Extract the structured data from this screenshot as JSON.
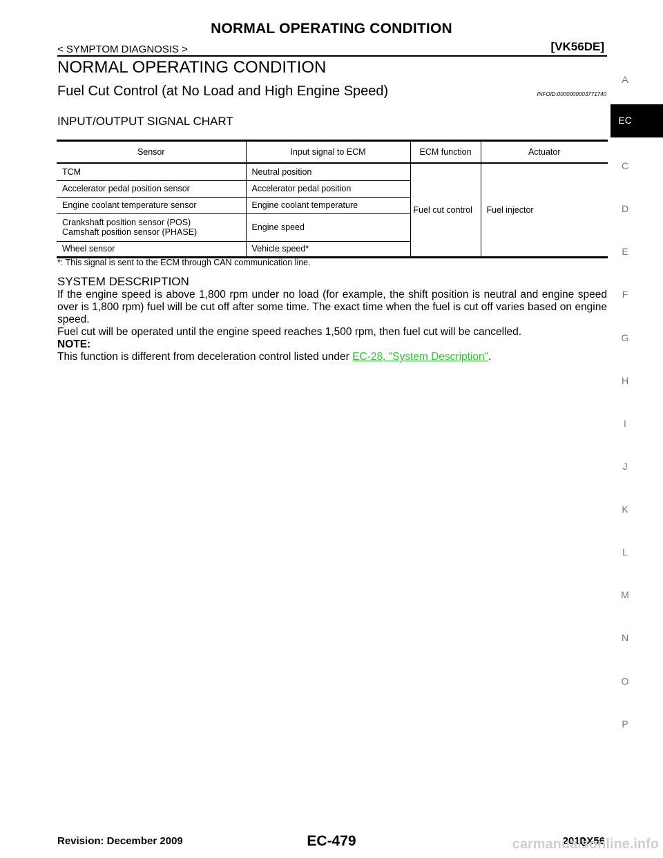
{
  "header": {
    "title": "NORMAL OPERATING CONDITION",
    "breadcrumb": "< SYMPTOM DIAGNOSIS >",
    "model_code": "[VK56DE]"
  },
  "section": {
    "heading": "NORMAL OPERATING CONDITION",
    "subheading": "Fuel Cut Control (at No Load and High Engine Speed)",
    "infoid": "INFOID:0000000003771740",
    "chart_heading": "INPUT/OUTPUT SIGNAL CHART"
  },
  "table": {
    "headers": [
      "Sensor",
      "Input signal to ECM",
      "ECM function",
      "Actuator"
    ],
    "rows": [
      {
        "sensor": "TCM",
        "signal": "Neutral position"
      },
      {
        "sensor": "Accelerator pedal position sensor",
        "signal": "Accelerator pedal position"
      },
      {
        "sensor": "Engine coolant temperature sensor",
        "signal": "Engine coolant temperature"
      },
      {
        "sensor": "Crankshaft position sensor (POS)",
        "sensor2": "Camshaft position sensor (PHASE)",
        "signal": "Engine speed"
      },
      {
        "sensor": "Wheel sensor",
        "signal": "Vehicle speed*"
      }
    ],
    "ecm_function": "Fuel cut control",
    "actuator": "Fuel injector",
    "footnote": "*: This signal is sent to the ECM through CAN communication line."
  },
  "system": {
    "heading": "SYSTEM DESCRIPTION",
    "para1": "If the engine speed is above 1,800 rpm under no load (for example, the shift position is neutral and engine speed over is 1,800 rpm) fuel will be cut off after some time. The exact time when the fuel is cut off varies based on engine speed.",
    "para2": "Fuel cut will be operated until the engine speed reaches 1,500 rpm, then fuel cut will be cancelled.",
    "note_label": "NOTE:",
    "note_text": "This function is different from deceleration control listed under",
    "note_link": "EC-28, \"System Description\"",
    "note_end": "."
  },
  "side_index": {
    "items": [
      "A",
      "C",
      "D",
      "E",
      "F",
      "G",
      "H",
      "I",
      "J",
      "K",
      "L",
      "M",
      "N",
      "O",
      "P"
    ],
    "active": "EC"
  },
  "footer": {
    "revision": "Revision: December 2009",
    "page": "EC-479",
    "year": "2010",
    "model": "QX56",
    "watermark": "carmanualsonline.info"
  }
}
